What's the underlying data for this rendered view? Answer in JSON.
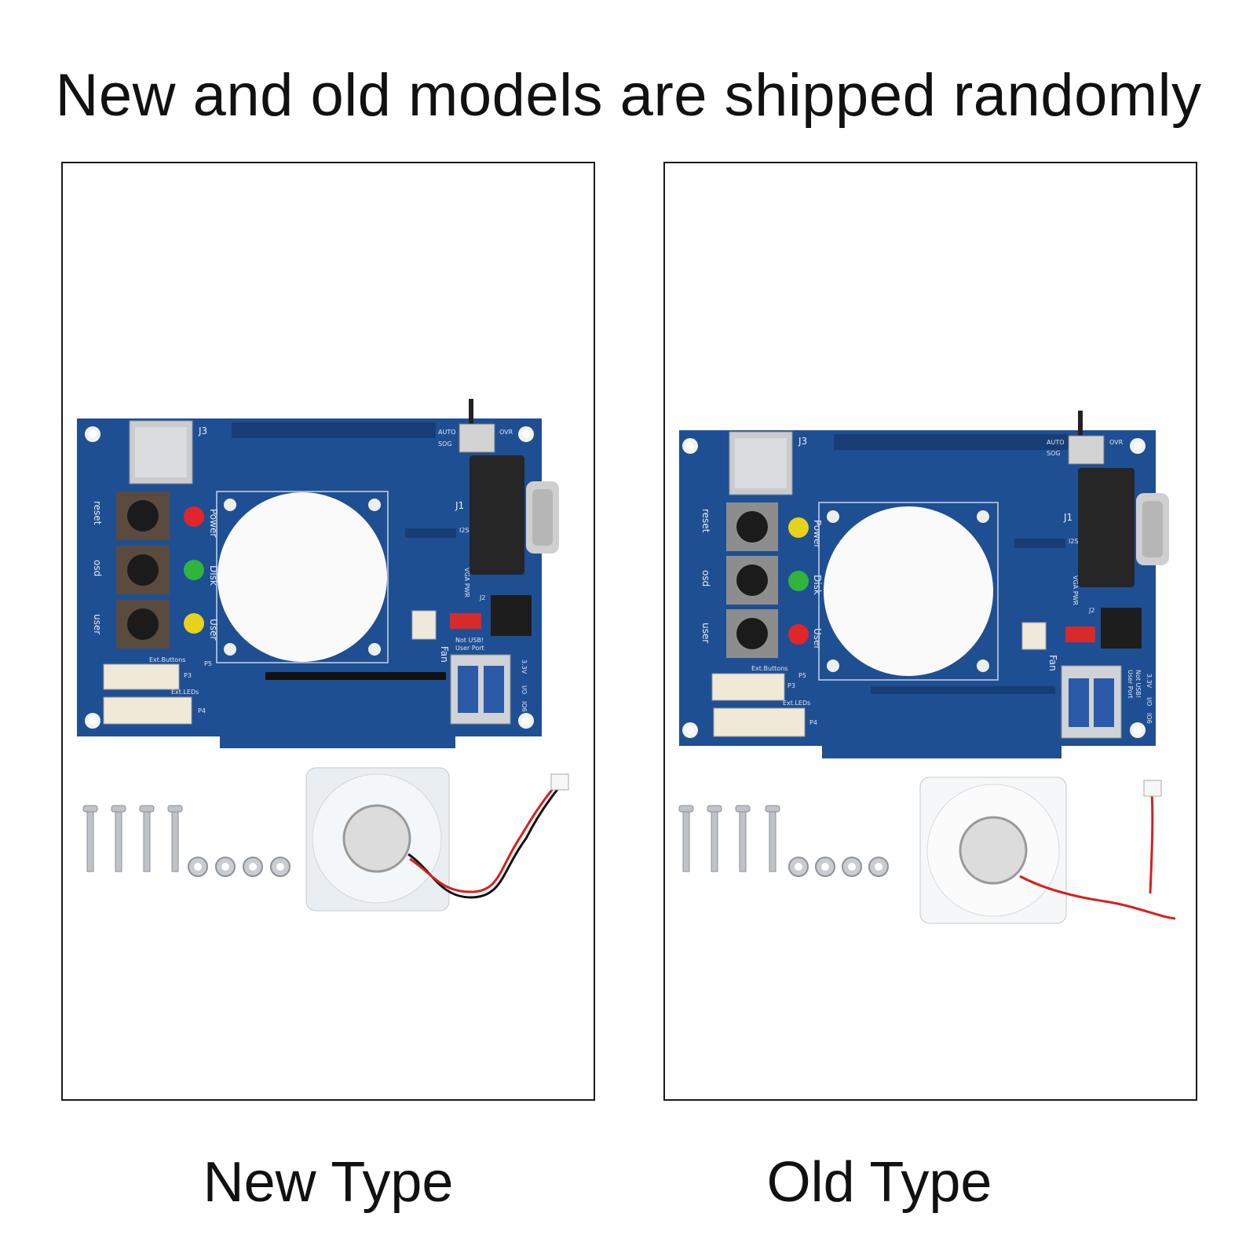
{
  "headline": "New and old models are shipped randomly",
  "panels": [
    {
      "caption": "New Type",
      "board_labels": {
        "reset": "reset",
        "osd": "osd",
        "user": "user",
        "power": "Power",
        "disk": "Disk",
        "user_led": "User",
        "j3": "J3",
        "j1": "J1",
        "j2": "J2",
        "auto": "AUTO",
        "ovr": "OVR",
        "sog": "SOG",
        "i2s": "I2S",
        "fan": "Fan",
        "ext_buttons": "Ext.Buttons",
        "ext_leds": "Ext.LEDs",
        "not_usb": "Not USB!",
        "user_port": "User Port",
        "v33": "3.3V",
        "io": "I/O",
        "io6": "IO6",
        "vga_pwr": "VGA PWR",
        "p3": "P3",
        "p4": "P4",
        "p5": "P5"
      },
      "fan_color": "#e9eef2"
    },
    {
      "caption": "Old Type",
      "board_labels": {
        "reset": "reset",
        "osd": "osd",
        "user": "user",
        "power": "Power",
        "disk": "Disk",
        "user_led": "User",
        "j3": "J3",
        "j1": "J1",
        "j2": "J2",
        "auto": "AUTO",
        "ovr": "OVR",
        "sog": "SOG",
        "i2s": "I2S",
        "fan": "Fan",
        "ext_buttons": "Ext.Buttons",
        "ext_leds": "Ext.LEDs",
        "not_usb": "Not USB!",
        "user_port": "User Port",
        "v33": "3.3V",
        "io": "I/O",
        "io6": "IO6",
        "vga_pwr": "VGA PWR",
        "p3": "P3",
        "p4": "P4",
        "p5": "P5"
      },
      "fan_color": "#f6f7f8"
    }
  ],
  "colors": {
    "pcb": "#1f4f93",
    "pcb_dark": "#173d75",
    "border": "#1a1a1a",
    "led_red": "#e0262b",
    "led_green": "#2fb43c",
    "led_yellow": "#e8d21c"
  }
}
